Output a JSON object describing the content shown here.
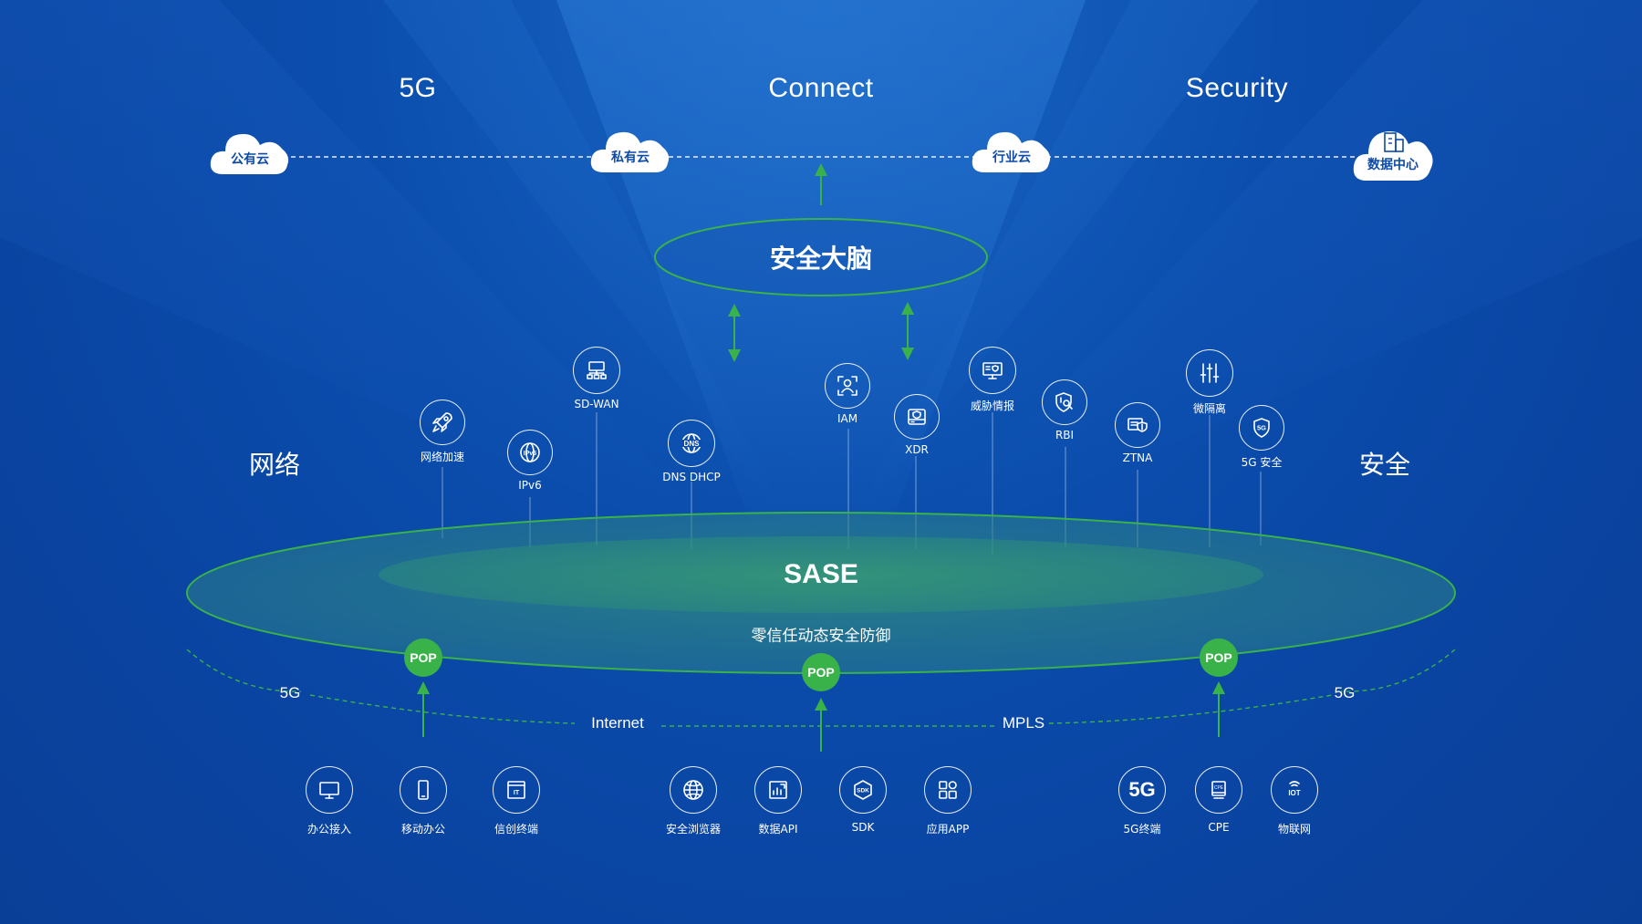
{
  "top": {
    "labels": [
      "5G",
      "Connect",
      "Security"
    ],
    "clouds": [
      "公有云",
      "私有云",
      "行业云",
      "数据中心"
    ]
  },
  "side": {
    "left": "网络",
    "right": "安全"
  },
  "brain": {
    "label": "安全大脑"
  },
  "sase": {
    "label": "SASE",
    "subtitle": "零信任动态安全防御"
  },
  "nodes": [
    {
      "label": "网络加速",
      "icon": "rocket-icon"
    },
    {
      "label": "IPv6",
      "icon": "ipv6-globe-icon"
    },
    {
      "label": "SD-WAN",
      "icon": "network-topology-icon"
    },
    {
      "label": "DNS DHCP",
      "icon": "dns-globe-icon"
    },
    {
      "label": "IAM",
      "icon": "identity-scan-icon"
    },
    {
      "label": "XDR",
      "icon": "shield-server-icon"
    },
    {
      "label": "威胁情报",
      "icon": "threat-monitor-icon"
    },
    {
      "label": "RBI",
      "icon": "shield-search-icon"
    },
    {
      "label": "ZTNA",
      "icon": "ztna-shield-icon"
    },
    {
      "label": "微隔离",
      "icon": "sliders-icon"
    },
    {
      "label": "5G 安全",
      "icon": "5g-shield-icon"
    }
  ],
  "pops": [
    "POP",
    "POP",
    "POP"
  ],
  "links": {
    "left_5g": "5G",
    "internet": "Internet",
    "mpls": "MPLS",
    "right_5g": "5G"
  },
  "access": [
    {
      "label": "办公接入",
      "icon": "monitor-icon"
    },
    {
      "label": "移动办公",
      "icon": "smartphone-icon"
    },
    {
      "label": "信创终端",
      "icon": "it-terminal-icon"
    },
    {
      "label": "安全浏览器",
      "icon": "browser-globe-icon"
    },
    {
      "label": "数据API",
      "icon": "data-api-icon"
    },
    {
      "label": "SDK",
      "icon": "sdk-cube-icon"
    },
    {
      "label": "应用APP",
      "icon": "app-grid-icon"
    },
    {
      "label": "5G终端",
      "icon": "5g-text-icon",
      "icon_text": "5G"
    },
    {
      "label": "CPE",
      "icon": "cpe-device-icon",
      "icon_text": "CPE"
    },
    {
      "label": "物联网",
      "icon": "iot-icon",
      "icon_text": "IOT"
    }
  ],
  "colors": {
    "background": "#0a47a8",
    "accent_green": "#3ab24a",
    "line_white": "#ffffff"
  }
}
